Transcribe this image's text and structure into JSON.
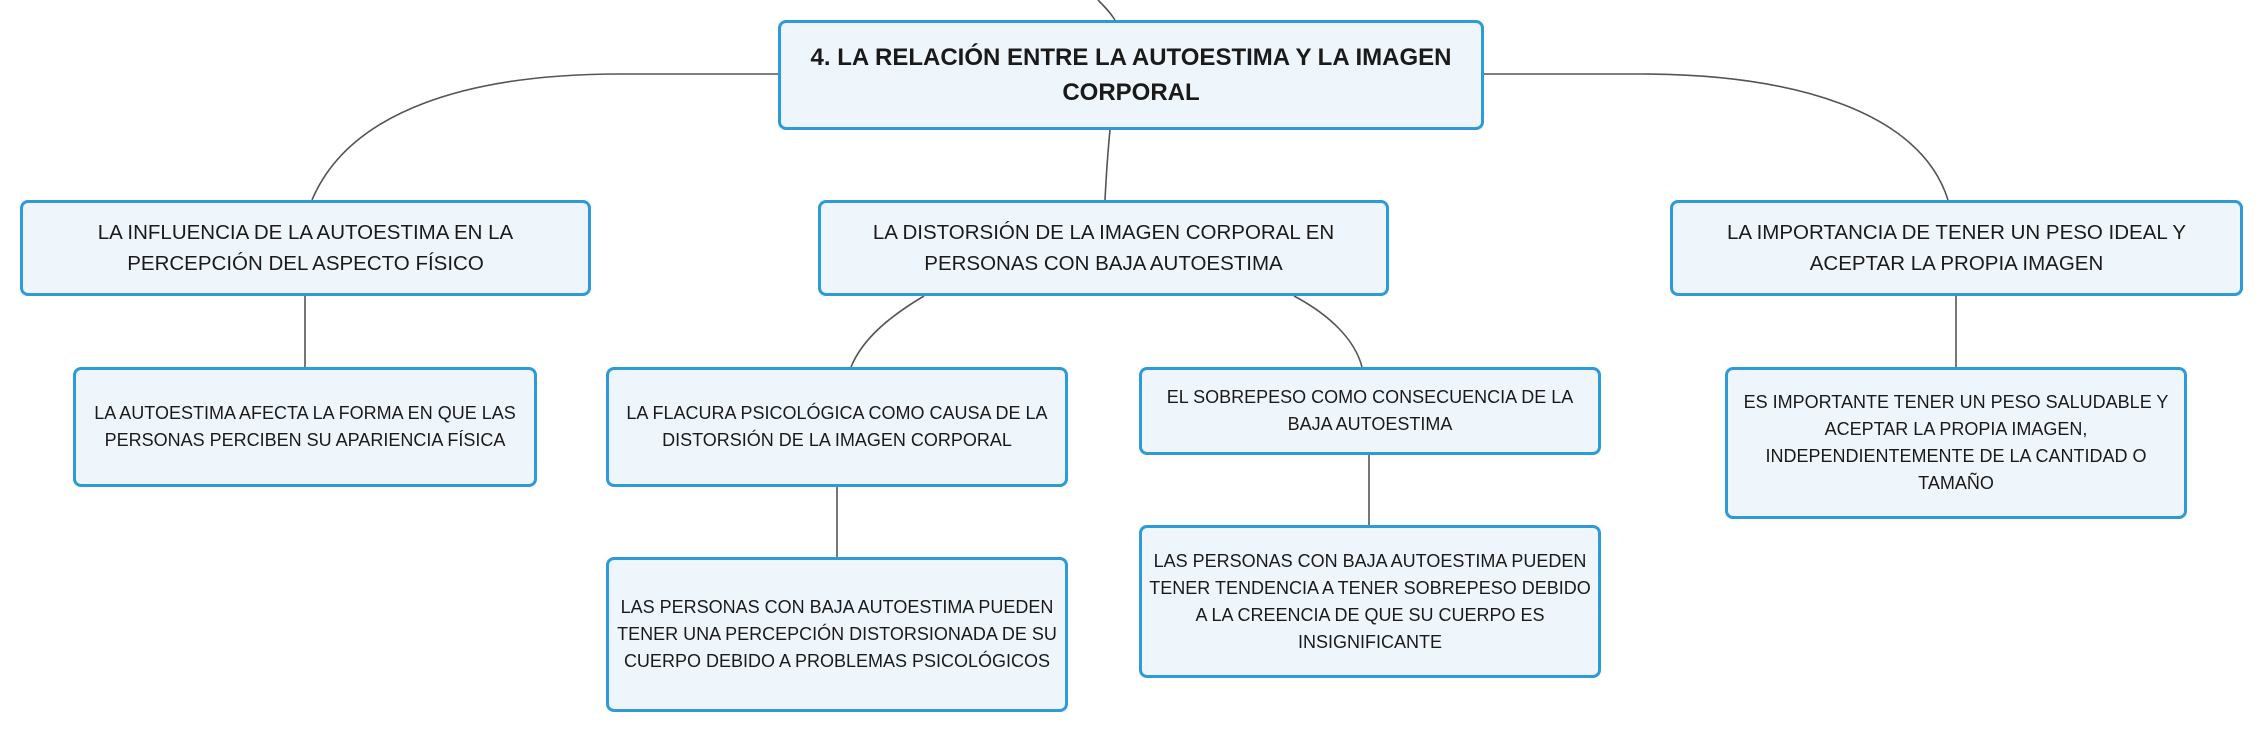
{
  "colors": {
    "box_fill": "#eef6fc",
    "box_border": "#2f9ad8",
    "connector": "#555555",
    "text": "#1a1a1a"
  },
  "root": {
    "text": "4. LA RELACIÓN ENTRE LA AUTOESTIMA Y LA IMAGEN CORPORAL"
  },
  "branches": [
    {
      "text": "LA INFLUENCIA DE LA AUTOESTIMA EN LA PERCEPCIÓN DEL ASPECTO FÍSICO",
      "children": [
        {
          "text": "LA AUTOESTIMA AFECTA LA FORMA EN QUE LAS PERSONAS PERCIBEN SU APARIENCIA FÍSICA"
        }
      ]
    },
    {
      "text": "LA DISTORSIÓN DE LA IMAGEN CORPORAL EN PERSONAS CON BAJA AUTOESTIMA",
      "children": [
        {
          "text": "LA FLACURA PSICOLÓGICA COMO CAUSA DE LA DISTORSIÓN DE LA IMAGEN CORPORAL",
          "children": [
            {
              "text": "LAS PERSONAS CON BAJA AUTOESTIMA PUEDEN TENER UNA PERCEPCIÓN DISTORSIONADA DE SU CUERPO DEBIDO A PROBLEMAS PSICOLÓGICOS"
            }
          ]
        },
        {
          "text": "EL SOBREPESO COMO CONSECUENCIA DE LA BAJA AUTOESTIMA",
          "children": [
            {
              "text": "LAS PERSONAS CON BAJA AUTOESTIMA PUEDEN TENER TENDENCIA A TENER SOBREPESO DEBIDO A LA CREENCIA DE QUE SU CUERPO ES INSIGNIFICANTE"
            }
          ]
        }
      ]
    },
    {
      "text": "LA IMPORTANCIA DE TENER UN PESO IDEAL Y ACEPTAR LA PROPIA IMAGEN",
      "children": [
        {
          "text": "ES IMPORTANTE TENER UN PESO SALUDABLE Y ACEPTAR LA PROPIA IMAGEN, INDEPENDIENTEMENTE DE LA CANTIDAD O TAMAÑO"
        }
      ]
    }
  ]
}
